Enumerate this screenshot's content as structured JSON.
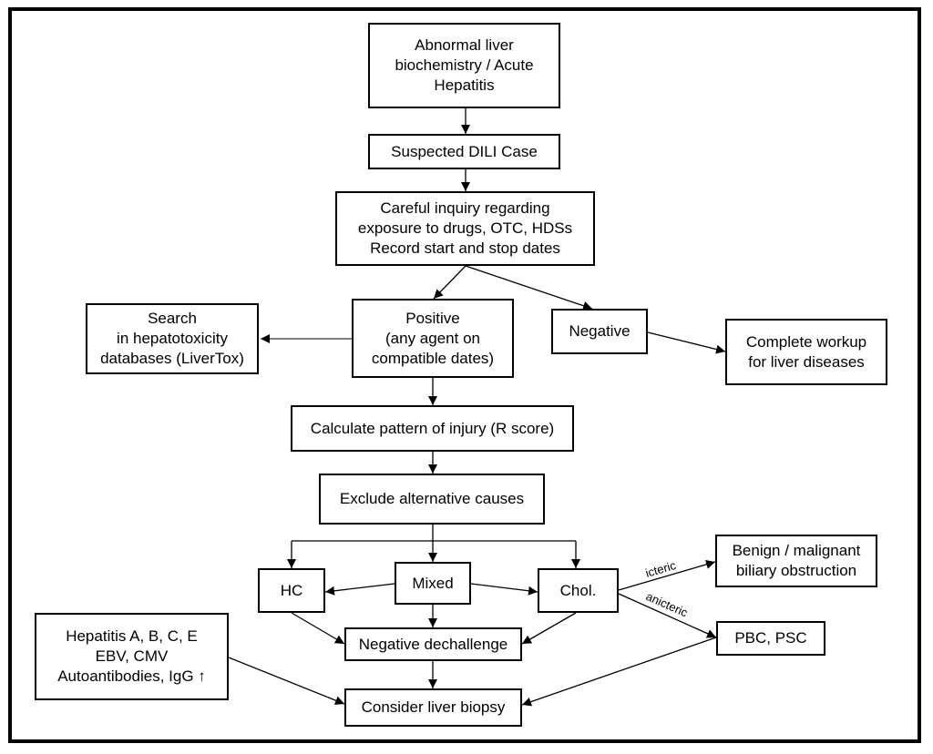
{
  "nodes": {
    "abnormal": "Abnormal liver\nbiochemistry / Acute\nHepatitis",
    "suspected": "Suspected DILI Case",
    "inquiry": "Careful inquiry regarding\nexposure to drugs, OTC, HDSs\nRecord start and stop dates",
    "search": "Search\nin hepatotoxicity\ndatabases (LiverTox)",
    "positive": "Positive\n(any agent on\ncompatible dates)",
    "negative": "Negative",
    "workup": "Complete workup\nfor liver diseases",
    "rscore": "Calculate pattern of injury (R score)",
    "exclude": "Exclude alternative causes",
    "hc": "HC",
    "mixed": "Mixed",
    "chol": "Chol.",
    "benign": "Benign / malignant\nbiliary obstruction",
    "pbc": "PBC, PSC",
    "dechallenge": "Negative dechallenge",
    "hepatitis": "Hepatitis A, B, C, E\nEBV, CMV\nAutoantibodies, IgG ↑",
    "biopsy": "Consider liver biopsy"
  },
  "edge_labels": {
    "icteric": "icteric",
    "anicteric": "anicteric"
  }
}
